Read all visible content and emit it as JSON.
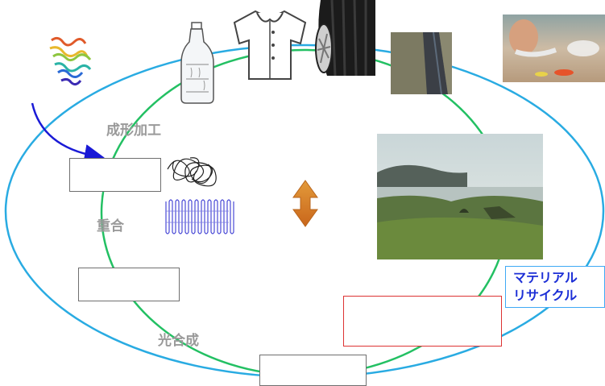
{
  "labels": {
    "molding": "成形加工",
    "polymerization": "重合",
    "photosynthesis": "光合成",
    "material_recycle_line1": "マテリアル",
    "material_recycle_line2": "リサイクル"
  },
  "colors": {
    "outer_cycle": "#29abe2",
    "inner_cycle": "#23c063",
    "arrow_input": "#1a1ad6",
    "double_arrow": "#d9822b",
    "label_text": "#9a9a9a",
    "recycle_text": "#1c2fd6",
    "red_box": "#dd3333"
  },
  "icons": {
    "protein": "protein-structure-icon",
    "bottle": "plastic-bottle-icon",
    "shirt": "shirt-icon",
    "tire": "tire-icon",
    "channel": "water-channel-photo",
    "beach": "beach-cleanup-photo",
    "landscape": "coastal-landscape-photo",
    "random_coil": "random-coil-polymer-icon",
    "folded_chain": "folded-chain-crystal-icon",
    "double_arrow": "double-arrow-icon"
  }
}
